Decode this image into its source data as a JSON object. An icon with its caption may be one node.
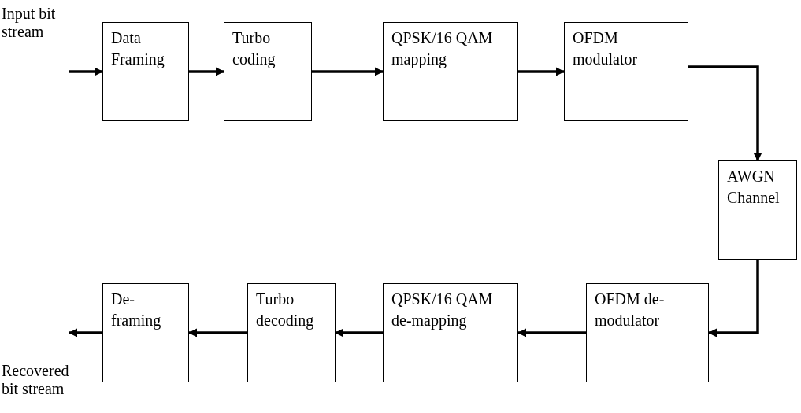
{
  "diagram": {
    "nodes": [
      {
        "text": [
          "Data Framing"
        ]
      },
      {
        "text": [
          "Turbo coding"
        ]
      },
      {
        "text": [
          "QPSK/16 QAM mapping"
        ]
      },
      {
        "text": [
          "OFDM modulator"
        ]
      },
      {
        "text": [
          "AWGN Channel"
        ]
      },
      {
        "text": [
          "OFDM de-modulator"
        ]
      },
      {
        "text": [
          "QPSK/16 QAM de-mapping"
        ]
      },
      {
        "text": [
          "Turbo decoding"
        ]
      },
      {
        "text": [
          "De-framing"
        ]
      }
    ],
    "edges": [
      {
        "from": null,
        "to": 0,
        "arrow": "to"
      },
      {
        "from": 0,
        "to": 1,
        "arrow": "to"
      },
      {
        "from": 1,
        "to": 2,
        "arrow": "to"
      },
      {
        "from": 2,
        "to": 3,
        "arrow": "to"
      },
      {
        "from": 3,
        "to": 4,
        "arrow": "to"
      },
      {
        "from": 4,
        "to": 5,
        "arrow": "to"
      },
      {
        "from": 5,
        "to": 6,
        "arrow": "to"
      },
      {
        "from": 6,
        "to": 7,
        "arrow": "to"
      },
      {
        "from": 7,
        "to": 8,
        "arrow": "to"
      },
      {
        "from": 8,
        "to": null,
        "arrow": "to"
      }
    ],
    "labels": [
      "Input bit stream",
      "Recovered bit stream"
    ]
  }
}
